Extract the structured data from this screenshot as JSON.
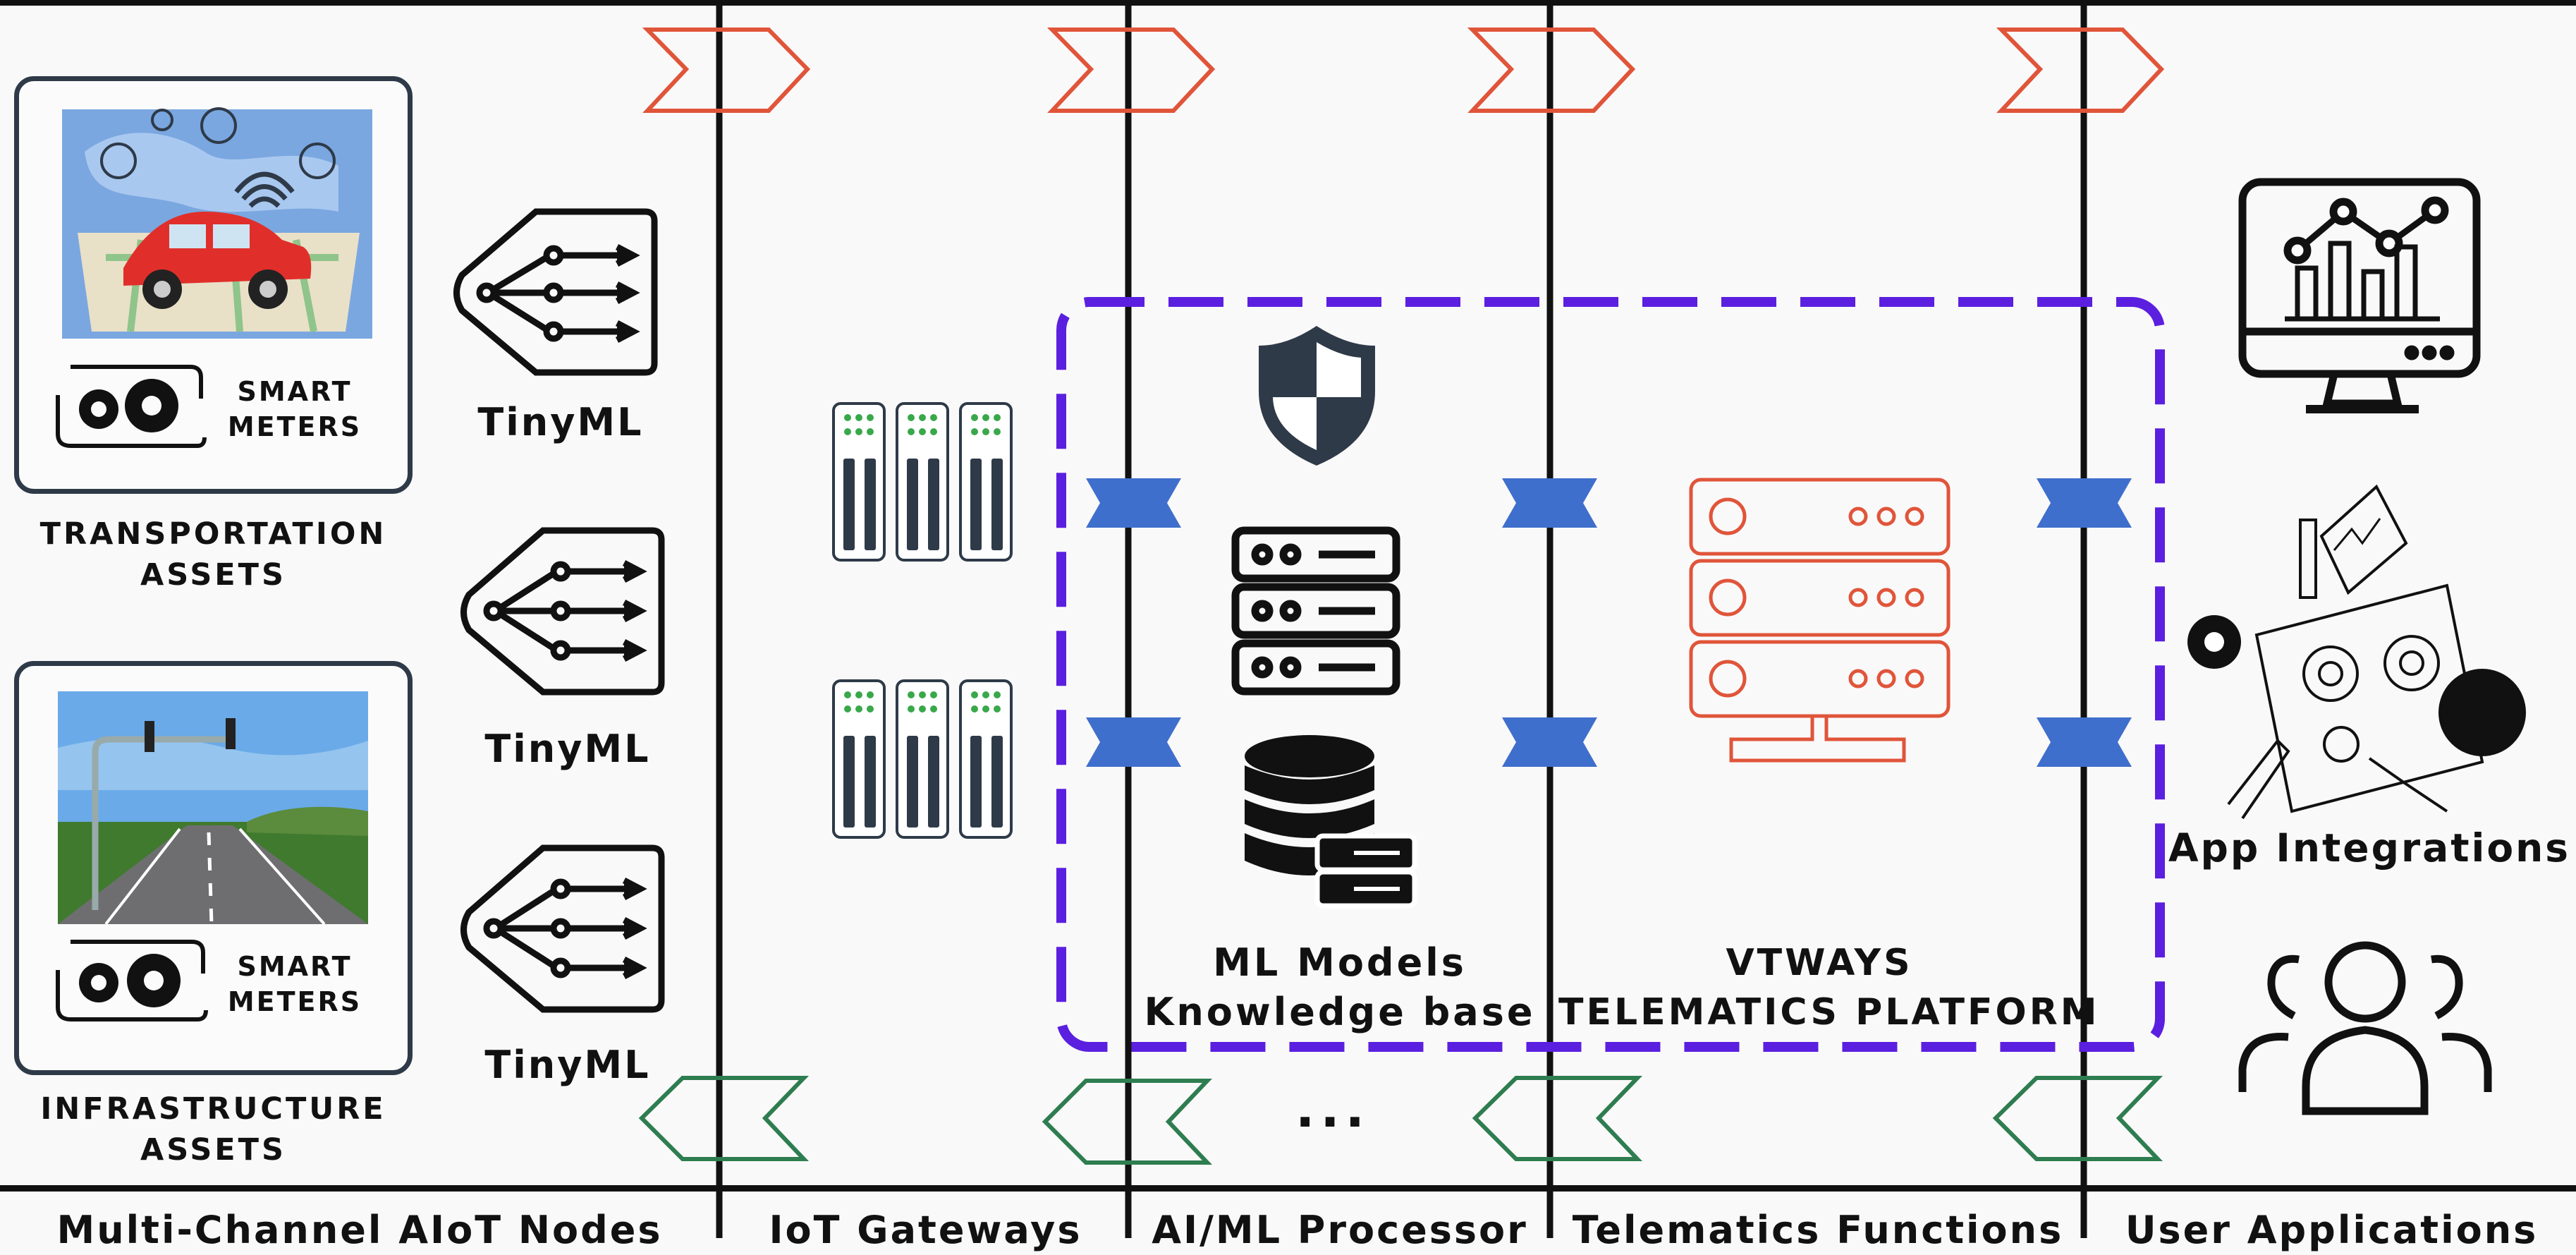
{
  "assets": {
    "transportation": {
      "label_line1": "TRANSPORTATION",
      "label_line2": "ASSETS",
      "meter_line1": "SMART",
      "meter_line2": "METERS"
    },
    "infrastructure": {
      "label_line1": "INFRASTRUCTURE",
      "label_line2": "ASSETS",
      "meter_line1": "SMART",
      "meter_line2": "METERS"
    }
  },
  "tinyml": [
    "TinyML",
    "TinyML",
    "TinyML"
  ],
  "platform": {
    "ml_line1": "ML Models",
    "ml_line2": "Knowledge base",
    "vtways_line1": "VTWAYS",
    "vtways_line2": "TELEMATICS PLATFORM",
    "ellipsis": "..."
  },
  "app_integrations": "App Integrations",
  "footer": [
    "Multi-Channel AIoT Nodes",
    "IoT Gateways",
    "AI/ML Processor",
    "Telematics Functions",
    "User Applications"
  ],
  "colors": {
    "uplink_arrow": "#e0553a",
    "downlink_arrow": "#2e7d50",
    "platform_border": "#5b1fe0",
    "connector": "#3f6fcc",
    "server_orange": "#e0553a",
    "dark": "#2e3a48"
  }
}
